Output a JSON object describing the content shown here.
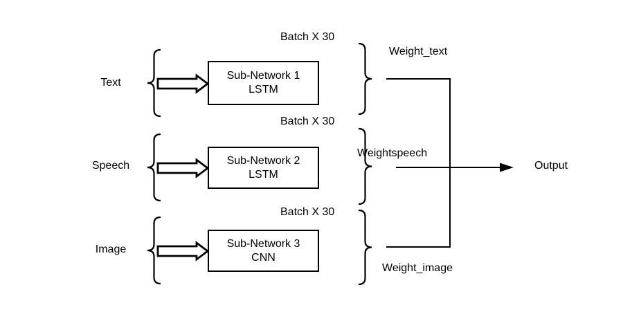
{
  "diagram": {
    "rows": [
      {
        "input_label": "Text",
        "batch_label": "Batch X 30",
        "box_line1": "Sub-Network 1",
        "box_line2": "LSTM",
        "weight_label": "Weight_text"
      },
      {
        "input_label": "Speech",
        "batch_label": "Batch X 30",
        "box_line1": "Sub-Network 2",
        "box_line2": "LSTM",
        "weight_label": "Weightspeech"
      },
      {
        "input_label": "Image",
        "batch_label": "Batch X 30",
        "box_line1": "Sub-Network 3",
        "box_line2": "CNN",
        "weight_label": "Weight_image"
      }
    ],
    "output_label": "Output",
    "colors": {
      "stroke": "#000000",
      "text": "#000000",
      "background": "#ffffff"
    }
  }
}
